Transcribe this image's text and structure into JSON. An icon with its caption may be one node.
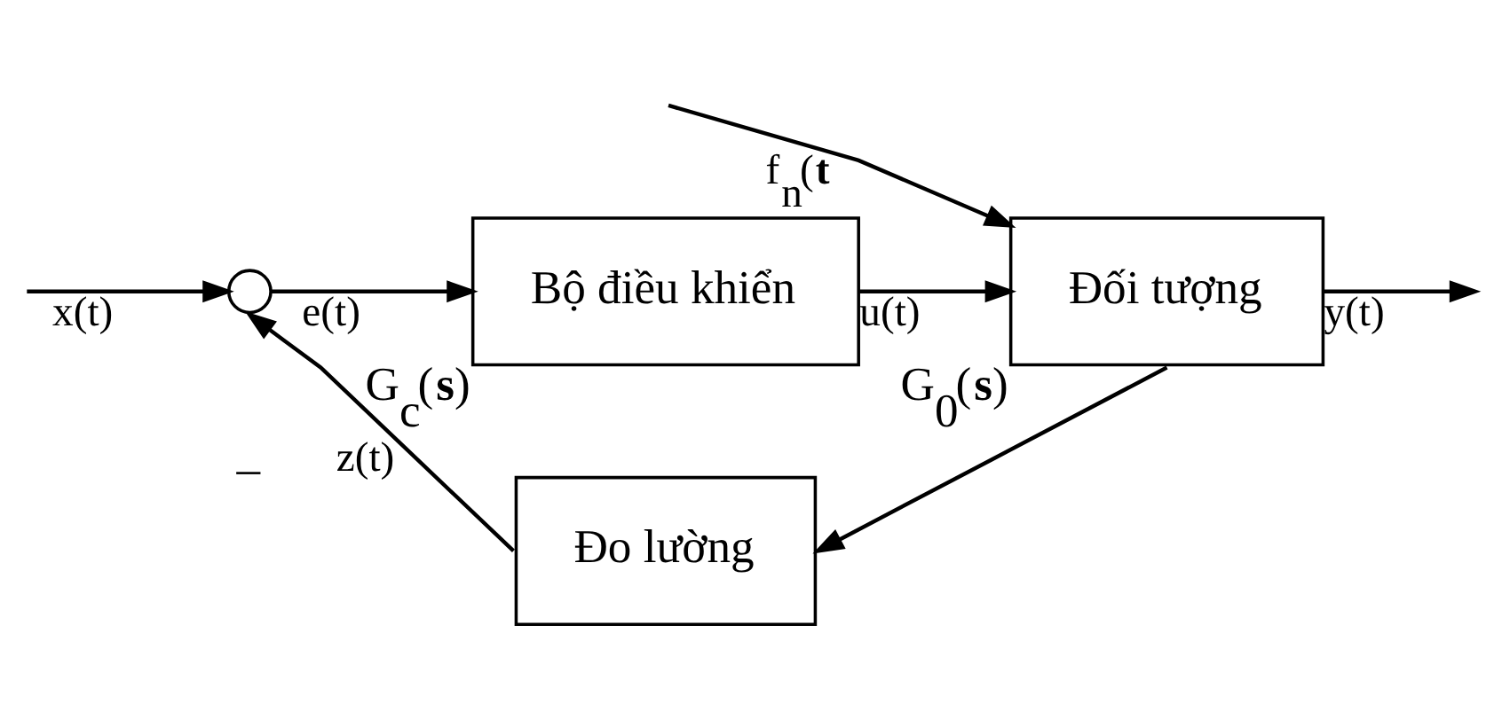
{
  "diagram": {
    "nodes": [
      {
        "text": [],
        "shape": "circle"
      },
      {
        "text": [
          "Bộ điều khiển"
        ],
        "beside": [
          "G$_{c}$(**s**)"
        ]
      },
      {
        "text": [
          "Đối tượng"
        ],
        "beside": [
          "G$_{0}$(**s**)"
        ]
      },
      {
        "text": [
          "Đo lường"
        ]
      }
    ],
    "edges": [
      {
        "from": null,
        "to": 0,
        "arrow": "to",
        "label": "x(t)"
      },
      {
        "from": 0,
        "to": 1,
        "arrow": "to",
        "label": "e(t)"
      },
      {
        "from": 1,
        "to": 2,
        "arrow": "to",
        "label": "u(t)"
      },
      {
        "from": null,
        "to": 2,
        "arrow": "to",
        "label": "f$_{n}$(**t**"
      },
      {
        "from": 2,
        "to": null,
        "arrow": "to",
        "label": "y(t)"
      },
      {
        "from": 2,
        "to": 3,
        "arrow": "to"
      },
      {
        "from": 3,
        "to": 0,
        "arrow": "to",
        "label": "z(t)"
      }
    ],
    "labels": [
      "–"
    ]
  }
}
